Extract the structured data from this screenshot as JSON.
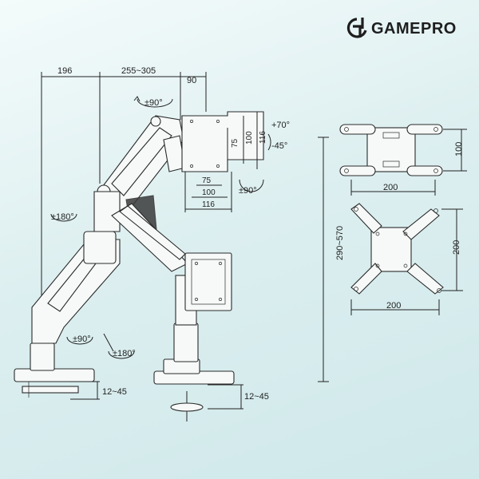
{
  "brand": {
    "name": "GAMEPRO",
    "logo_icon": "gamepro-logo-icon"
  },
  "dimensions": {
    "top_left": "196",
    "top_middle": "255~305",
    "top_right": "90",
    "plate_75_vertical": "75",
    "plate_100_vertical": "100",
    "plate_116_vertical": "116",
    "plate_75_horizontal": "75",
    "plate_100_horizontal": "100",
    "plate_116_horizontal": "116",
    "height_range": "290~570",
    "clamp_left": "12~45",
    "clamp_right": "12~45",
    "vesa_adapter_1_height": "100",
    "vesa_adapter_1_width": "200",
    "vesa_adapter_2_height": "200",
    "vesa_adapter_2_width": "200"
  },
  "rotations": {
    "top_swivel": "±90°",
    "tilt_up": "+70°",
    "tilt_down": "-45°",
    "plate_rotate": "±90°",
    "arm_swivel": "±180°",
    "base_swivel": "±90°",
    "base_swivel_2": "±180°"
  },
  "colors": {
    "background_light": "#f4fbfb",
    "background_tint": "#cfe8ea",
    "line": "#222222"
  }
}
